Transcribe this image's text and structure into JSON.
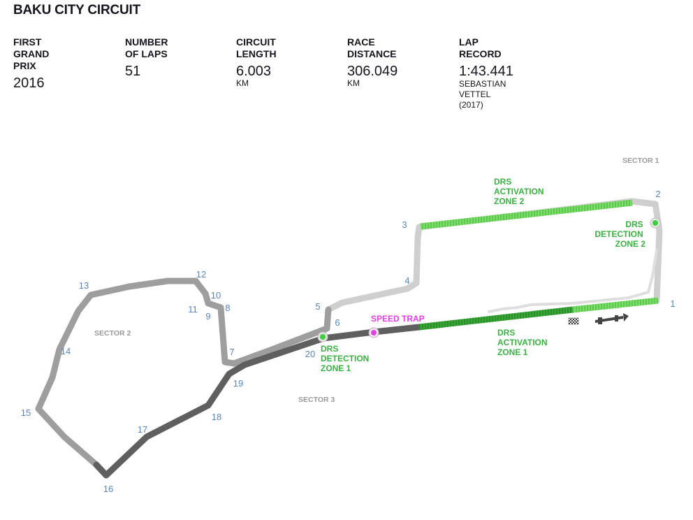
{
  "circuit": {
    "name": "BAKU CITY CIRCUIT"
  },
  "stats": [
    {
      "label": "FIRST\nGRAND\nPRIX",
      "value": "2016",
      "unit": "",
      "sub": ""
    },
    {
      "label": "NUMBER\nOF LAPS",
      "value": "51",
      "unit": "",
      "sub": ""
    },
    {
      "label": "CIRCUIT\nLENGTH",
      "value": "6.003",
      "unit": "KM",
      "sub": ""
    },
    {
      "label": "RACE\nDISTANCE",
      "value": "306.049",
      "unit": "KM",
      "sub": ""
    },
    {
      "label": "LAP\nRECORD",
      "value": "1:43.441",
      "unit": "",
      "sub": "SEBASTIAN\nVETTEL\n(2017)"
    }
  ],
  "map": {
    "sectors": {
      "s1": "SECTOR 1",
      "s2": "SECTOR 2",
      "s3": "SECTOR 3"
    },
    "drs": {
      "activation_1": [
        "DRS",
        "ACTIVATION",
        "ZONE 1"
      ],
      "activation_2": [
        "DRS",
        "ACTIVATION",
        "ZONE 2"
      ],
      "detection_1": [
        "DRS",
        "DETECTION",
        "ZONE 1"
      ],
      "detection_2": [
        "DRS",
        "DETECTION",
        "ZONE 2"
      ]
    },
    "speed_trap": "SPEED TRAP",
    "corners": [
      "1",
      "2",
      "3",
      "4",
      "5",
      "6",
      "7",
      "8",
      "9",
      "10",
      "11",
      "12",
      "13",
      "14",
      "15",
      "16",
      "17",
      "18",
      "19",
      "20"
    ],
    "colors": {
      "sector1": "#cfcfcf",
      "sector2": "#9e9e9e",
      "sector3": "#5f5f5f",
      "drs": "#3cb043",
      "drs_light": "#7fdc6a",
      "speed_trap": "#e040e0",
      "corner_label": "#5b86b8"
    }
  }
}
